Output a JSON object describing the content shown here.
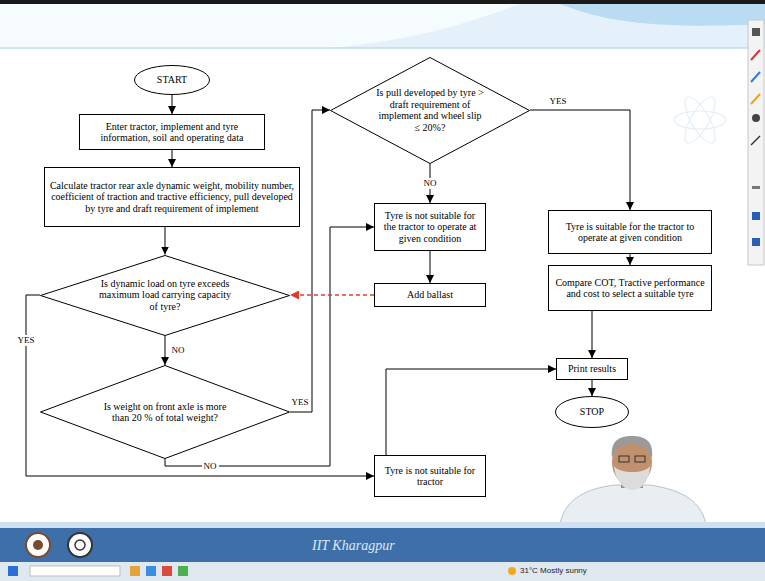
{
  "diagram": {
    "nodes": [
      {
        "text": [
          "START"
        ]
      },
      {
        "text": [
          "Enter tractor, implement and tyre information, soil and operating data"
        ]
      },
      {
        "text": [
          "Calculate tractor rear axle dynamic weight, mobility number, coefficient of traction and tractive efficiency, pull developed by tyre and draft requirement of implement"
        ]
      },
      {
        "text": [
          "Is dynamic load on tyre exceeds maximum load carrying capacity of tyre?"
        ]
      },
      {
        "text": [
          "Is weight on front axle is more than 20 % of total weight?"
        ]
      },
      {
        "text": [
          "Is pull developed by tyre > draft requirement of implement and wheel slip ≤ 20%?"
        ]
      },
      {
        "text": [
          "Tyre is not suitable for the tractor to operate at given condition"
        ]
      },
      {
        "text": [
          "Add ballast"
        ]
      },
      {
        "text": [
          "Tyre is suitable for the tractor to operate at given condition"
        ]
      },
      {
        "text": [
          "Compare COT, Tractive performance and cost to select a suitable tyre"
        ]
      },
      {
        "text": [
          "Print results"
        ]
      },
      {
        "text": [
          "STOP"
        ]
      },
      {
        "text": [
          "Tyre is not suitable for tractor"
        ]
      }
    ],
    "edges": [
      {
        "from": 0,
        "to": 1,
        "arrow": "to"
      },
      {
        "from": 1,
        "to": 2,
        "arrow": "to"
      },
      {
        "from": 2,
        "to": 3,
        "arrow": "to"
      },
      {
        "from": 3,
        "to": 4,
        "label": "NO",
        "arrow": "to"
      },
      {
        "from": 3,
        "to": 12,
        "label": "YES",
        "arrow": "to"
      },
      {
        "from": 4,
        "to": 5,
        "label": "YES",
        "arrow": "to"
      },
      {
        "from": 4,
        "to": 6,
        "label": "NO",
        "arrow": "to"
      },
      {
        "from": 5,
        "to": 6,
        "label": "NO",
        "arrow": "to"
      },
      {
        "from": 5,
        "to": 8,
        "label": "YES",
        "arrow": "to"
      },
      {
        "from": 6,
        "to": 7,
        "arrow": "to"
      },
      {
        "from": 7,
        "to": 3,
        "arrow": "to"
      },
      {
        "from": 8,
        "to": 9,
        "arrow": "to"
      },
      {
        "from": 9,
        "to": 10,
        "arrow": "to"
      },
      {
        "from": 10,
        "to": 11,
        "arrow": "to"
      },
      {
        "from": 12,
        "to": 10,
        "arrow": "to"
      }
    ],
    "labels": [
      "IIT Kharagpur",
      "31°C Mostly sunny"
    ]
  }
}
